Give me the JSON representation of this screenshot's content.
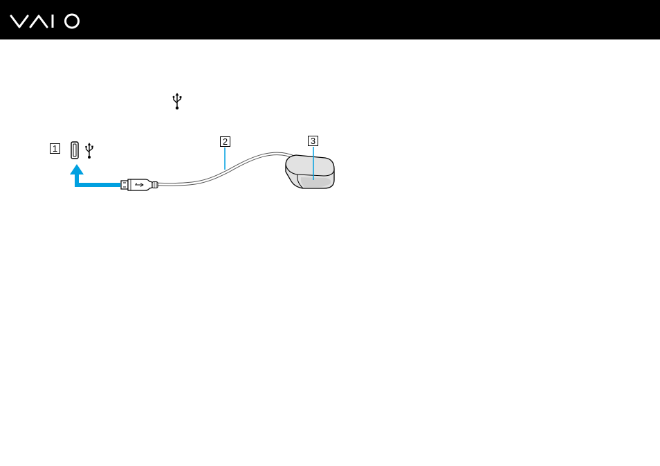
{
  "header": {
    "brand_logo": "VAIO",
    "background_color": "#000000",
    "logo_color": "#ffffff"
  },
  "content": {
    "inline_icon": "usb-icon"
  },
  "illustration": {
    "callouts": [
      {
        "number": "1",
        "target": "usb-port"
      },
      {
        "number": "2",
        "target": "cable"
      },
      {
        "number": "3",
        "target": "device"
      }
    ],
    "arrow_color": "#00a0e0",
    "leader_line_color": "#00a0e0",
    "icons": [
      "usb-port-icon",
      "usb-icon",
      "usb-plug-icon",
      "usb-device-icon"
    ]
  }
}
